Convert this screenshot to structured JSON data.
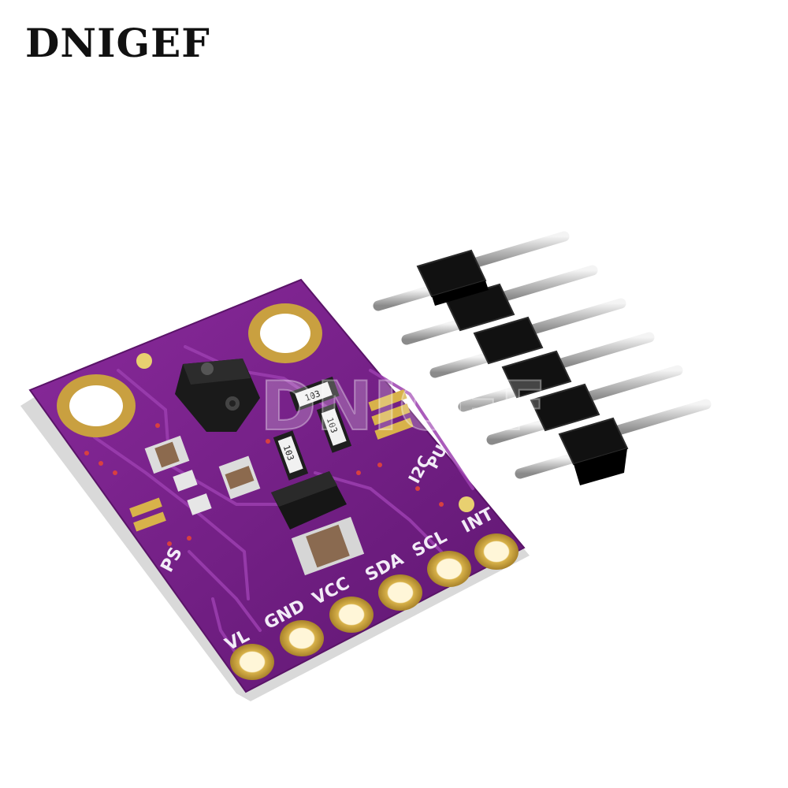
{
  "brand": {
    "logo_text": "DNIGEF",
    "watermark_text": "DNIGEF"
  },
  "board": {
    "color": "#7a1f8c",
    "pin_labels": [
      "VL",
      "GND",
      "VCC",
      "SDA",
      "SCL",
      "INT"
    ],
    "jumper_labels": [
      "PS",
      "I2C",
      "PU"
    ],
    "resistor_marks": [
      "103",
      "103",
      "103"
    ]
  },
  "header": {
    "pin_count": 6
  }
}
